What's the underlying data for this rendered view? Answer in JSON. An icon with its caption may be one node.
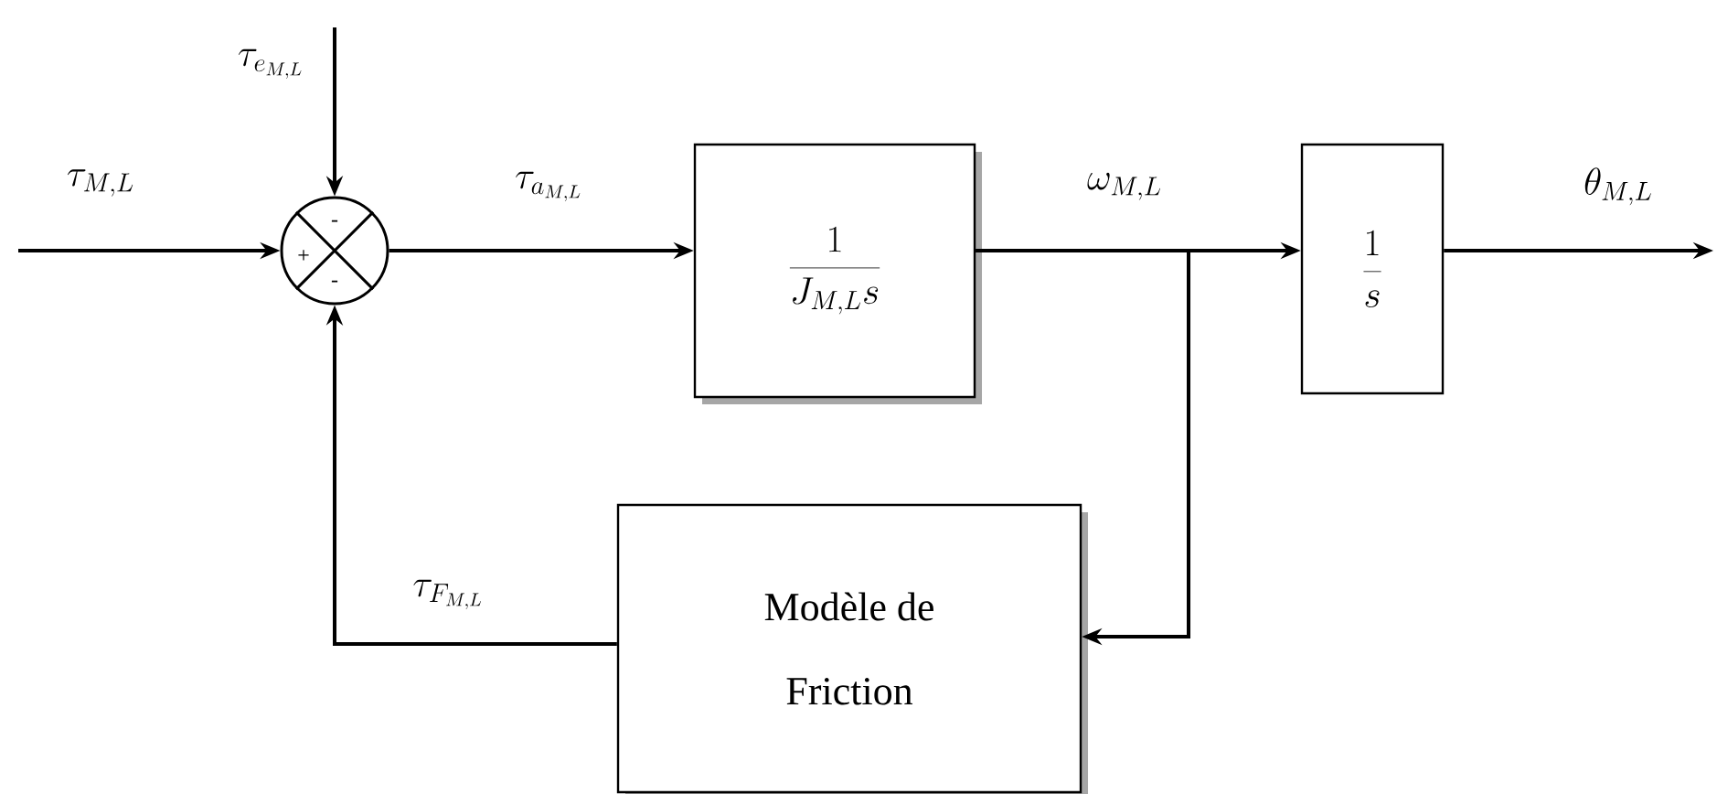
{
  "diagram": {
    "nodes": [
      {
        "text": [
          "-",
          "+",
          "-"
        ]
      },
      {
        "text": [
          "\\frac{1}{J_{M,L}s}"
        ]
      },
      {
        "text": [
          "\\frac{1}{s}"
        ]
      },
      {
        "text": [
          "Modèle de Friction"
        ]
      }
    ],
    "edges": [
      {
        "from": null,
        "to": 0,
        "arrow": "to",
        "label": "\\tau_{M,L}"
      },
      {
        "from": null,
        "to": 0,
        "arrow": "to",
        "label": "\\tau_{e_{M,L}}"
      },
      {
        "from": 0,
        "to": 1,
        "arrow": "to",
        "label": "\\tau_{a_{M,L}}"
      },
      {
        "from": 1,
        "to": 2,
        "arrow": "to",
        "label": "\\omega_{M,L}"
      },
      {
        "from": 1,
        "to": 3,
        "arrow": "to"
      },
      {
        "from": 2,
        "to": null,
        "arrow": "to",
        "label": "\\theta_{M,L}"
      },
      {
        "from": 3,
        "to": 0,
        "arrow": "to",
        "label": "\\tau_{F_{M,L}}"
      }
    ]
  }
}
